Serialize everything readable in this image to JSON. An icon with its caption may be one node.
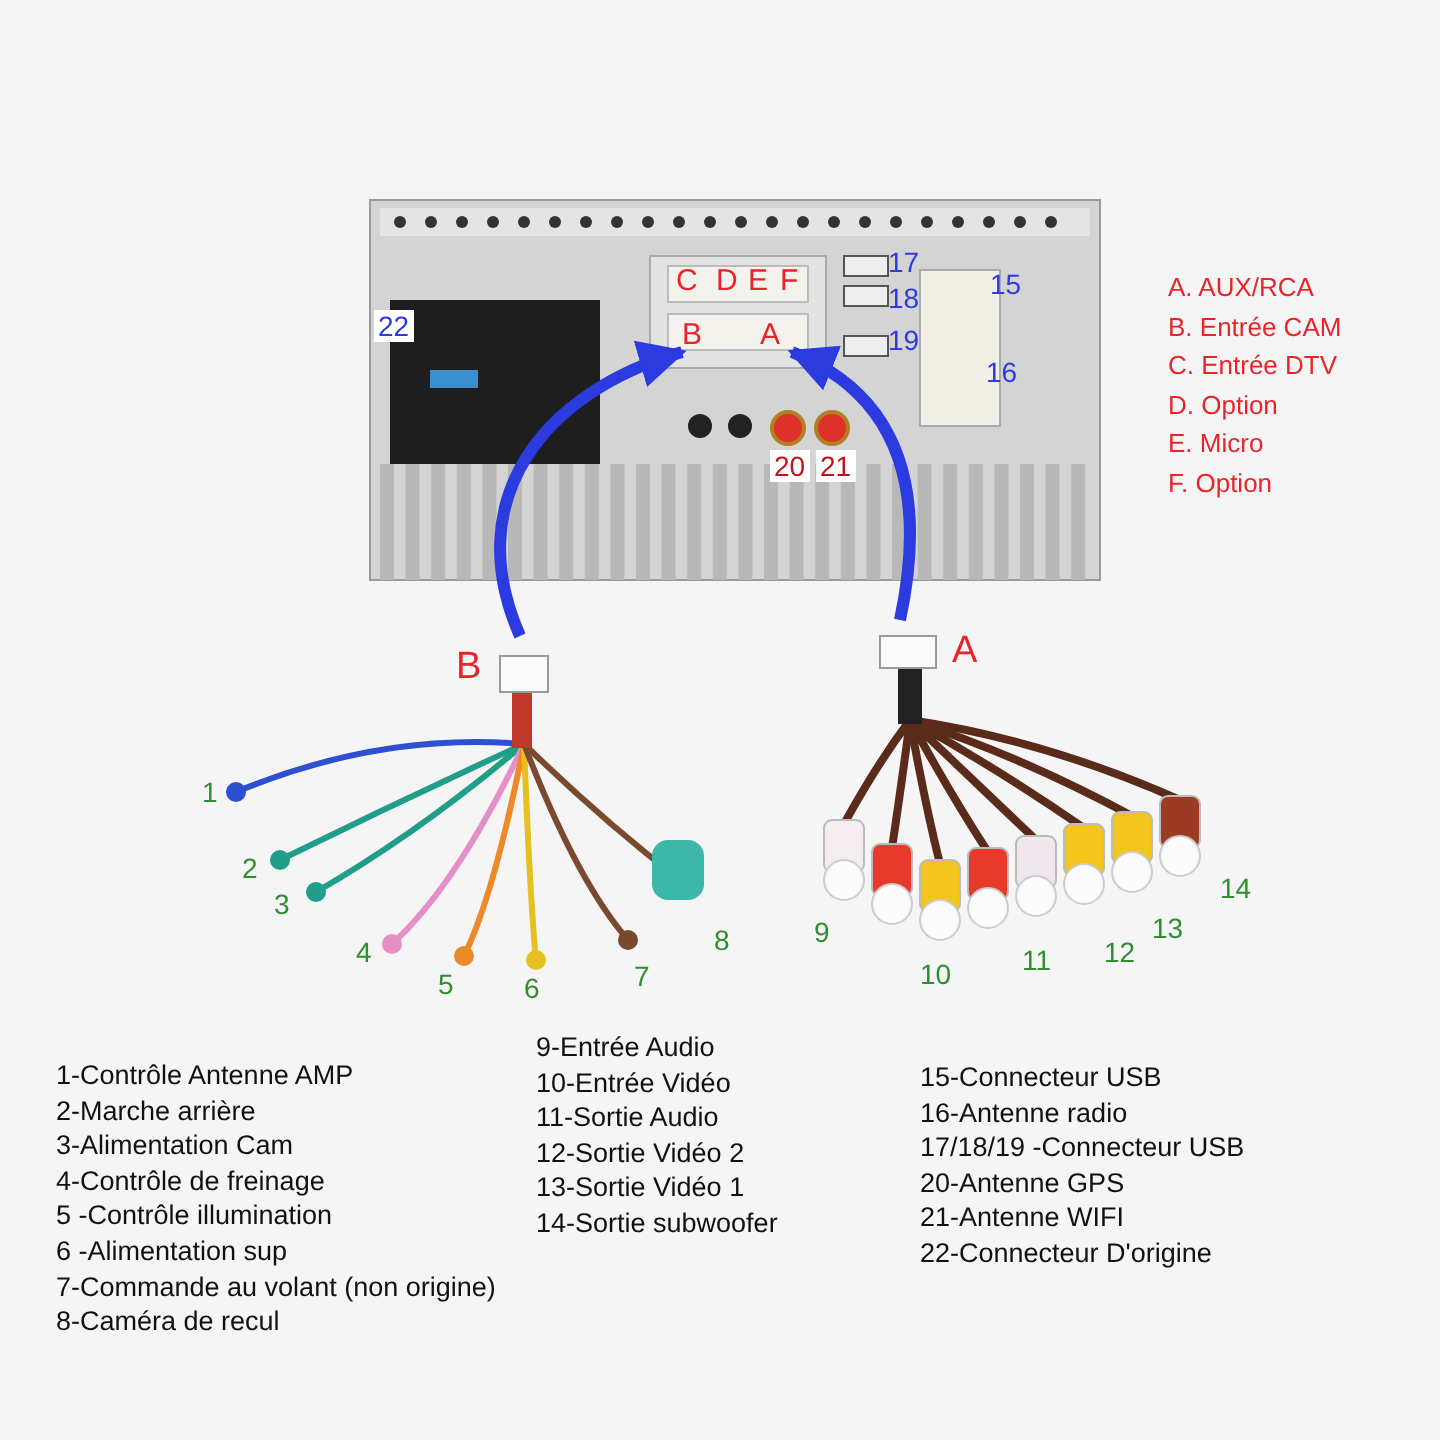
{
  "diagram": {
    "nodes": [
      {
        "text": [],
        "shape": "picture"
      },
      {
        "text": [
          "B"
        ],
        "in": 0
      },
      {
        "text": [
          "A"
        ],
        "in": 0
      },
      {
        "text": [
          "B"
        ]
      },
      {
        "text": [
          "A"
        ]
      }
    ],
    "edges": [
      {
        "from": 3,
        "to": 1,
        "arrow": "to"
      },
      {
        "from": 4,
        "to": 2,
        "arrow": "to"
      }
    ],
    "labels": [
      "C",
      "D",
      "E",
      "F",
      "17",
      "18",
      "19",
      "15",
      "22",
      "16",
      "20",
      "21",
      "A. AUX/RCA",
      "B. Entrée CAM",
      "C. Entrée DTV",
      "D. Option",
      "E. Micro",
      "F. Option",
      "1",
      "2",
      "3",
      "4",
      "5",
      "6",
      "7",
      "8",
      "9",
      "10",
      "11",
      "12",
      "13",
      "14",
      "1-Contrôle Antenne AMP",
      "2-Marche arrière",
      "3-Alimentation Cam",
      "4-Contrôle de freinage",
      "5 -Contrôle illumination",
      "6 -Alimentation sup",
      "7-Commande au volant (non origine)",
      "8-Caméra de recul",
      "9-Entrée Audio",
      "10-Entrée Vidéo",
      "11-Sortie Audio",
      "12-Sortie Vidéo 2",
      "13-Sortie Vidéo 1",
      "14-Sortie subwoofer",
      "15-Connecteur USB",
      "16-Antenne radio",
      "17/18/19 -Connecteur USB",
      "20-Antenne GPS",
      "21-Antenne WIFI",
      "22-Connecteur D'origine"
    ]
  }
}
